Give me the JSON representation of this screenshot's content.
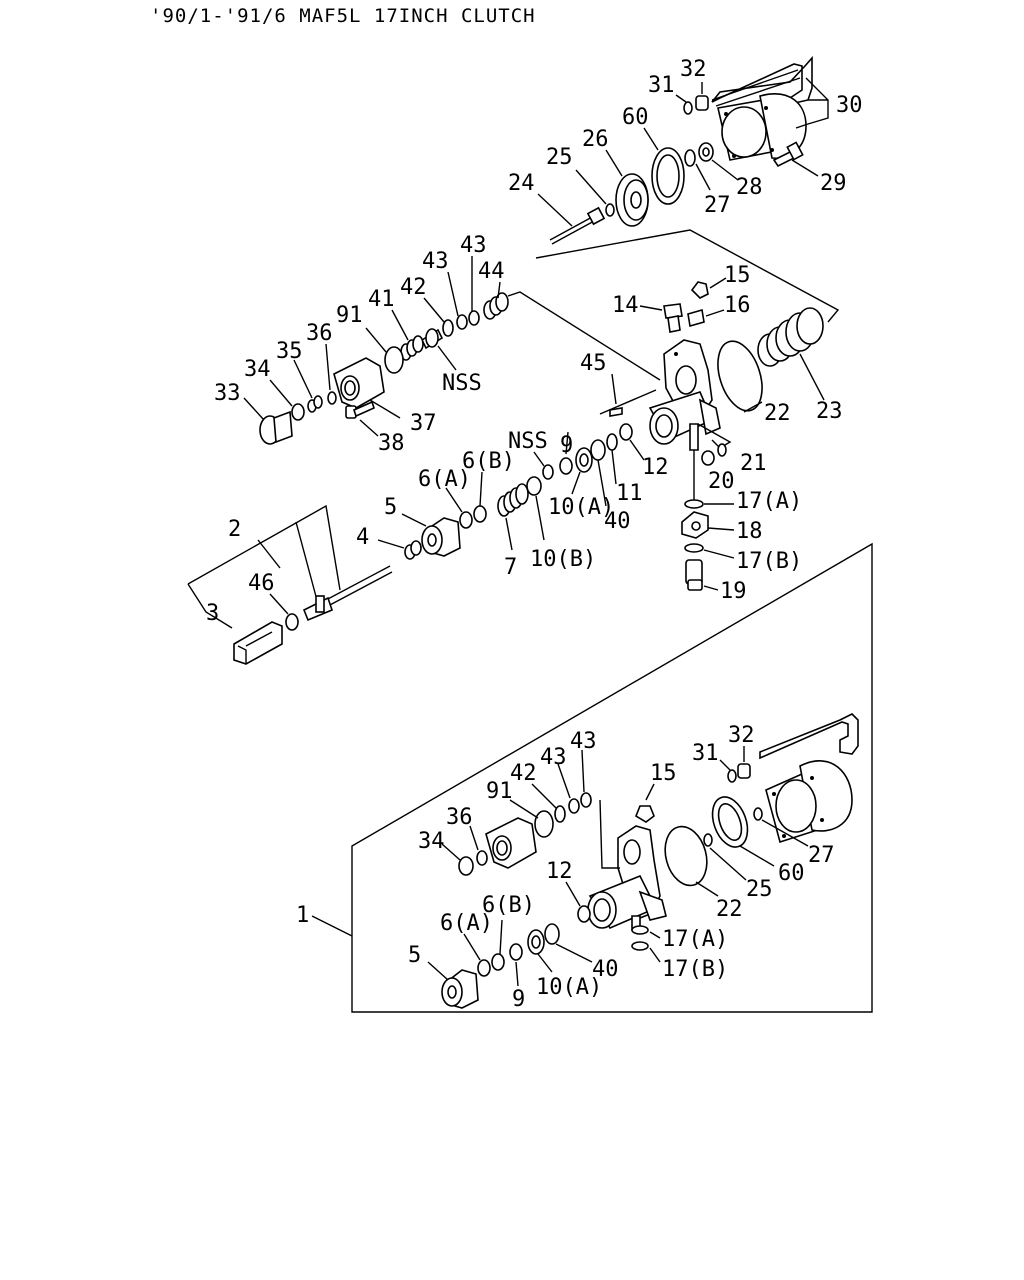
{
  "title": "'90/1-'91/6 MAF5L 17INCH CLUTCH",
  "labels": {
    "l32a": "32",
    "l31a": "31",
    "l30": "30",
    "l60a": "60",
    "l26": "26",
    "l25a": "25",
    "l24": "24",
    "l27a": "27",
    "l28": "28",
    "l29": "29",
    "l43a": "43",
    "l43b": "43",
    "l44": "44",
    "l42a": "42",
    "l41": "41",
    "l91a": "91",
    "l36a": "36",
    "l35": "35",
    "l34a": "34",
    "l33": "33",
    "l37": "37",
    "l38": "38",
    "lnss1": "NSS",
    "l15a": "15",
    "l14": "14",
    "l16": "16",
    "l23": "23",
    "l22a": "22",
    "l45": "45",
    "l21": "21",
    "l20": "20",
    "l17a1": "17(A)",
    "l18": "18",
    "l17b1": "17(B)",
    "l19": "19",
    "lnss2": "NSS",
    "l9a": "9",
    "l12a": "12",
    "l11": "11",
    "l40a": "40",
    "l10a1": "10(A)",
    "l10b": "10(B)",
    "l6b1": "6(B)",
    "l6a1": "6(A)",
    "l7": "7",
    "l5a": "5",
    "l4": "4",
    "l2": "2",
    "l46": "46",
    "l3": "3",
    "l32b": "32",
    "l31b": "31",
    "l43c": "43",
    "l43d": "43",
    "l42b": "42",
    "l15b": "15",
    "l91b": "91",
    "l36b": "36",
    "l34b": "34",
    "l27b": "27",
    "l60b": "60",
    "l25b": "25",
    "l22b": "22",
    "l12b": "12",
    "l6b2": "6(B)",
    "l6a2": "6(A)",
    "l17a2": "17(A)",
    "l17b2": "17(B)",
    "l40b": "40",
    "l10a2": "10(A)",
    "l9b": "9",
    "l5b": "5",
    "l1": "1"
  }
}
